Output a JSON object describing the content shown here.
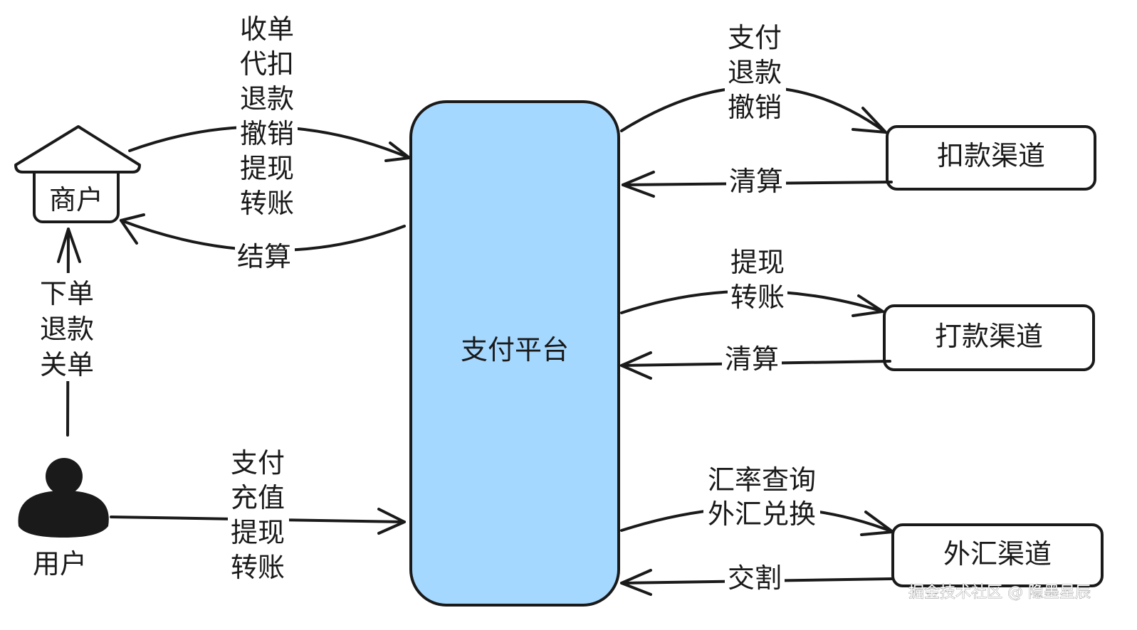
{
  "nodes": {
    "platform": "支付平台",
    "merchant": "商户",
    "user": "用户",
    "debit_channel": "扣款渠道",
    "payout_channel": "打款渠道",
    "fx_channel": "外汇渠道"
  },
  "edges": {
    "merchant_to_platform": [
      "收单",
      "代扣",
      "退款",
      "撤销",
      "提现",
      "转账"
    ],
    "platform_to_merchant": [
      "结算"
    ],
    "user_to_merchant": [
      "下单",
      "退款",
      "关单"
    ],
    "user_to_platform": [
      "支付",
      "充值",
      "提现",
      "转账"
    ],
    "platform_to_debit": [
      "支付",
      "退款",
      "撤销"
    ],
    "debit_to_platform": [
      "清算"
    ],
    "platform_to_payout": [
      "提现",
      "转账"
    ],
    "payout_to_platform": [
      "清算"
    ],
    "platform_to_fx": [
      "汇率查询",
      "外汇兑换"
    ],
    "fx_to_platform": [
      "交割"
    ]
  },
  "watermark": "掘金技术社区 @ 隐墨星辰",
  "colors": {
    "platform_fill": "#a5d8ff",
    "stroke": "#1a1a1a",
    "background": "#ffffff"
  }
}
